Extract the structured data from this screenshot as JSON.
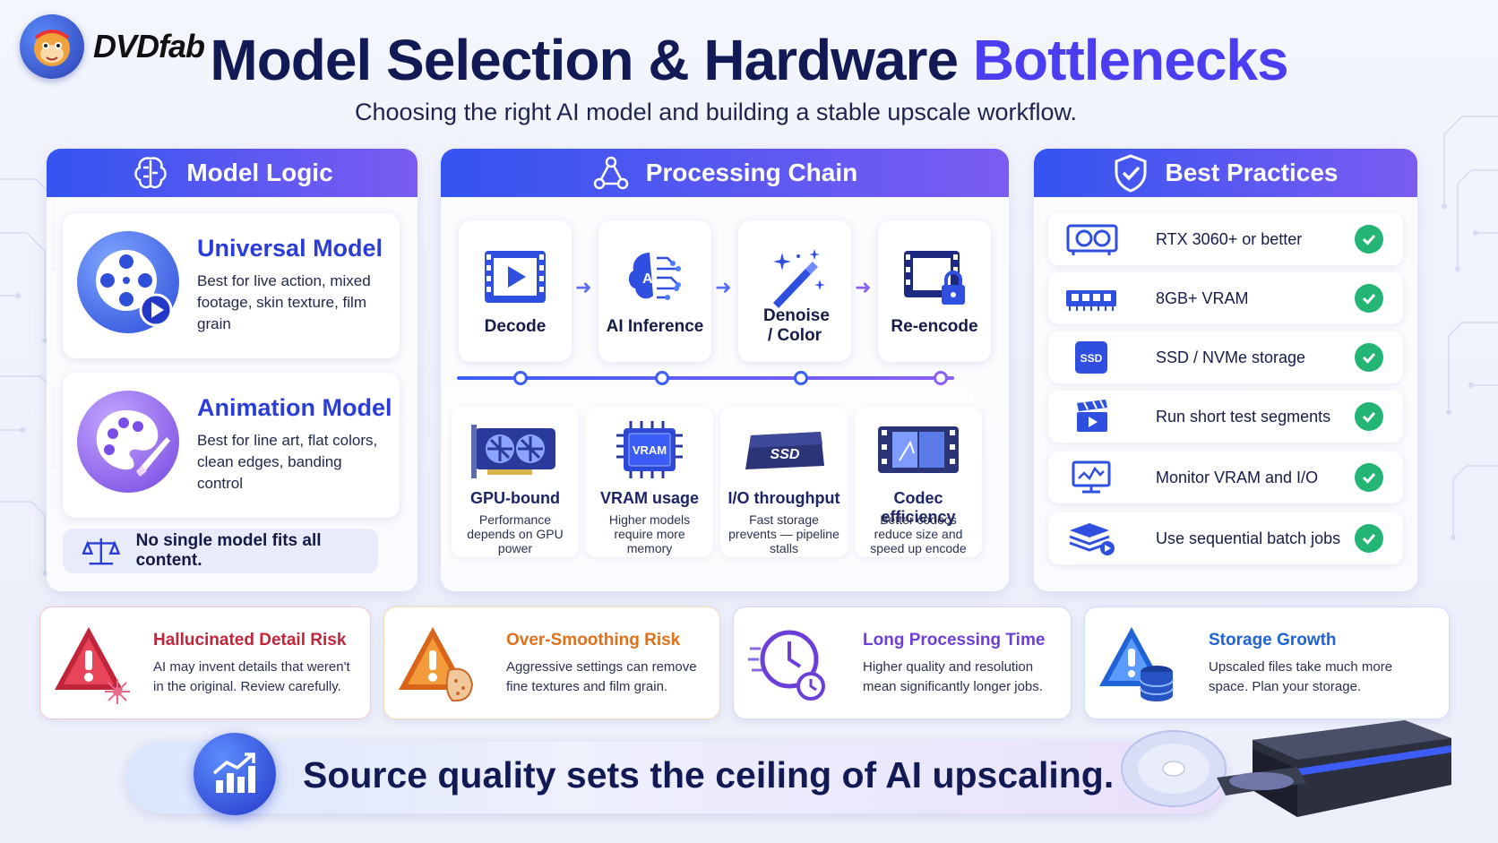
{
  "brand": {
    "name": "DVDfab",
    "logo_icon": "monkey-mascot-icon"
  },
  "header": {
    "title_main": "Model Selection & Hardware ",
    "title_accent": "Bottlenecks",
    "subtitle": "Choosing the right AI model and building a stable upscale workflow."
  },
  "colors": {
    "primary": "#3454f0",
    "accent": "#7b5cf2",
    "title": "#111a55",
    "success": "#22b573",
    "danger": "#c0253a",
    "warning": "#e0701c",
    "purple": "#6c3fd8",
    "info": "#1f63d6"
  },
  "model_logic": {
    "heading": "Model Logic",
    "icon": "brain-icon",
    "models": [
      {
        "title": "Universal Model",
        "icon": "film-reel-icon",
        "description": "Best for live action, mixed footage, skin texture, film grain"
      },
      {
        "title": "Animation Model",
        "icon": "palette-icon",
        "description": "Best for line art, flat colors, clean edges, banding control"
      }
    ],
    "note": "No single model fits all content.",
    "note_icon": "balance-scale-icon"
  },
  "processing_chain": {
    "heading": "Processing Chain",
    "icon": "workflow-icon",
    "steps": [
      {
        "label": "Decode",
        "icon": "video-play-icon"
      },
      {
        "label": "AI Inference",
        "icon": "ai-chip-brain-icon"
      },
      {
        "label": "Denoise / Color",
        "icon": "magic-wand-icon"
      },
      {
        "label": "Re-encode",
        "icon": "film-lock-icon"
      }
    ],
    "bottlenecks": [
      {
        "title": "GPU-bound",
        "icon": "graphics-card-icon",
        "description": "Performance depends on GPU power"
      },
      {
        "title": "VRAM usage",
        "icon": "vram-chip-icon",
        "chip_text": "VRAM",
        "description": "Higher models require more memory"
      },
      {
        "title": "I/O throughput",
        "icon": "ssd-drive-icon",
        "chip_text": "SSD",
        "description": "Fast storage prevents — pipeline stalls"
      },
      {
        "title": "Codec efficiency",
        "icon": "film-strip-icon",
        "description": "Better codecs reduce size and speed up encode"
      }
    ]
  },
  "best_practices": {
    "heading": "Best Practices",
    "icon": "shield-check-icon",
    "items": [
      {
        "label": "RTX 3060+ or better",
        "icon": "graphics-card-icon"
      },
      {
        "label": "8GB+ VRAM",
        "icon": "memory-stick-icon"
      },
      {
        "label": "SSD / NVMe storage",
        "icon": "ssd-icon",
        "icon_text": "SSD"
      },
      {
        "label": "Run short test segments",
        "icon": "clapperboard-icon"
      },
      {
        "label": "Monitor VRAM and I/O",
        "icon": "monitor-graph-icon"
      },
      {
        "label": "Use sequential batch jobs",
        "icon": "layers-play-icon"
      }
    ]
  },
  "risks": [
    {
      "title": "Hallucinated Detail Risk",
      "icon": "warning-triangle-icon",
      "description": "AI may invent details that weren't in the original.  Review carefully."
    },
    {
      "title": "Over-Smoothing Risk",
      "icon": "warning-triangle-icon",
      "description": "Aggressive settings can remove fine textures and film grain."
    },
    {
      "title": "Long Processing Time",
      "icon": "clock-icon",
      "description": "Higher quality and resolution mean significantly longer jobs."
    },
    {
      "title": "Storage Growth",
      "icon": "database-warning-icon",
      "description": "Upscaled files take much more space. Plan your storage."
    }
  ],
  "footer": {
    "message": "Source quality sets the ceiling of AI upscaling.",
    "icon": "growth-chart-icon",
    "illustration": "disc-drive-icon"
  }
}
